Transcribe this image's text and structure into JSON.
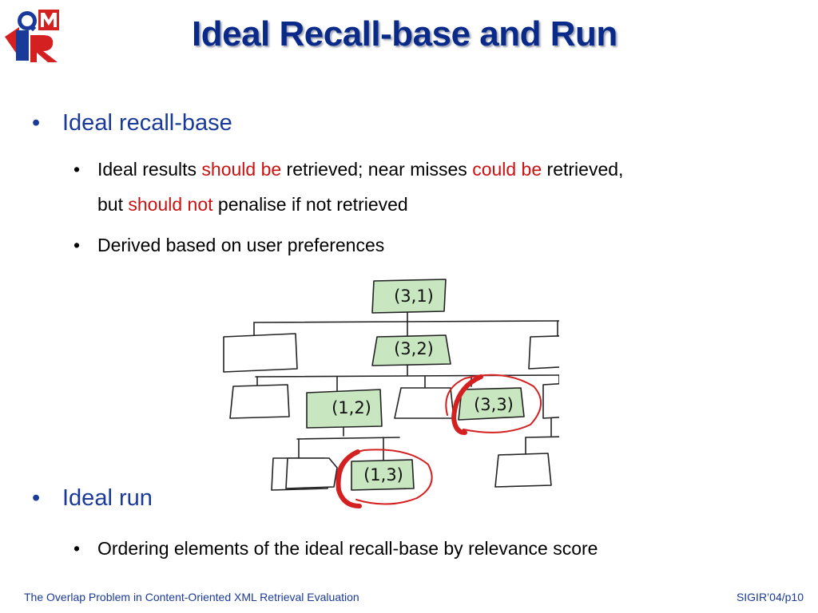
{
  "slide": {
    "title": "Ideal Recall-base and Run",
    "logo_text": "QMIR",
    "bullets": [
      {
        "text": "Ideal recall-base",
        "sub": [
          {
            "line1_parts": [
              "Ideal results ",
              "should be",
              " retrieved; near misses ",
              "could be",
              " retrieved,"
            ],
            "line2_parts": [
              "but ",
              "should not",
              " penalise if not retrieved"
            ]
          },
          {
            "text": "Derived based on user preferences"
          }
        ]
      },
      {
        "text": "Ideal run",
        "sub": [
          {
            "text": "Ordering elements of the ideal recall-base by relevance score"
          }
        ]
      }
    ],
    "bullet_char": "•"
  },
  "tree": {
    "nodes": [
      {
        "id": "root",
        "label": "(3,1)",
        "highlight": true,
        "circled": false
      },
      {
        "id": "l1-left",
        "label": "",
        "highlight": false,
        "circled": false
      },
      {
        "id": "l1-mid",
        "label": "(3,2)",
        "highlight": true,
        "circled": false
      },
      {
        "id": "l1-right",
        "label": "",
        "highlight": false,
        "circled": false
      },
      {
        "id": "l2-a",
        "label": "",
        "highlight": false,
        "circled": false
      },
      {
        "id": "l2-b",
        "label": "(1,2)",
        "highlight": true,
        "circled": false
      },
      {
        "id": "l2-c",
        "label": "",
        "highlight": false,
        "circled": false
      },
      {
        "id": "l2-d",
        "label": "(3,3)",
        "highlight": true,
        "circled": true
      },
      {
        "id": "l2-e",
        "label": "",
        "highlight": false,
        "circled": false
      },
      {
        "id": "l3-a",
        "label": "",
        "highlight": false,
        "circled": false
      },
      {
        "id": "l3-b",
        "label": "",
        "highlight": false,
        "circled": false
      },
      {
        "id": "l3-c",
        "label": "(1,3)",
        "highlight": true,
        "circled": true
      },
      {
        "id": "l3-d",
        "label": "",
        "highlight": false,
        "circled": false
      },
      {
        "id": "l3-e",
        "label": "",
        "highlight": false,
        "circled": false
      }
    ],
    "colors": {
      "highlight_fill": "#c8e6c0",
      "circle": "#d42020",
      "stroke": "#222222"
    }
  },
  "footer": {
    "left": "The Overlap Problem in Content-Oriented XML Retrieval Evaluation",
    "right": "SIGIR’04/p10"
  }
}
